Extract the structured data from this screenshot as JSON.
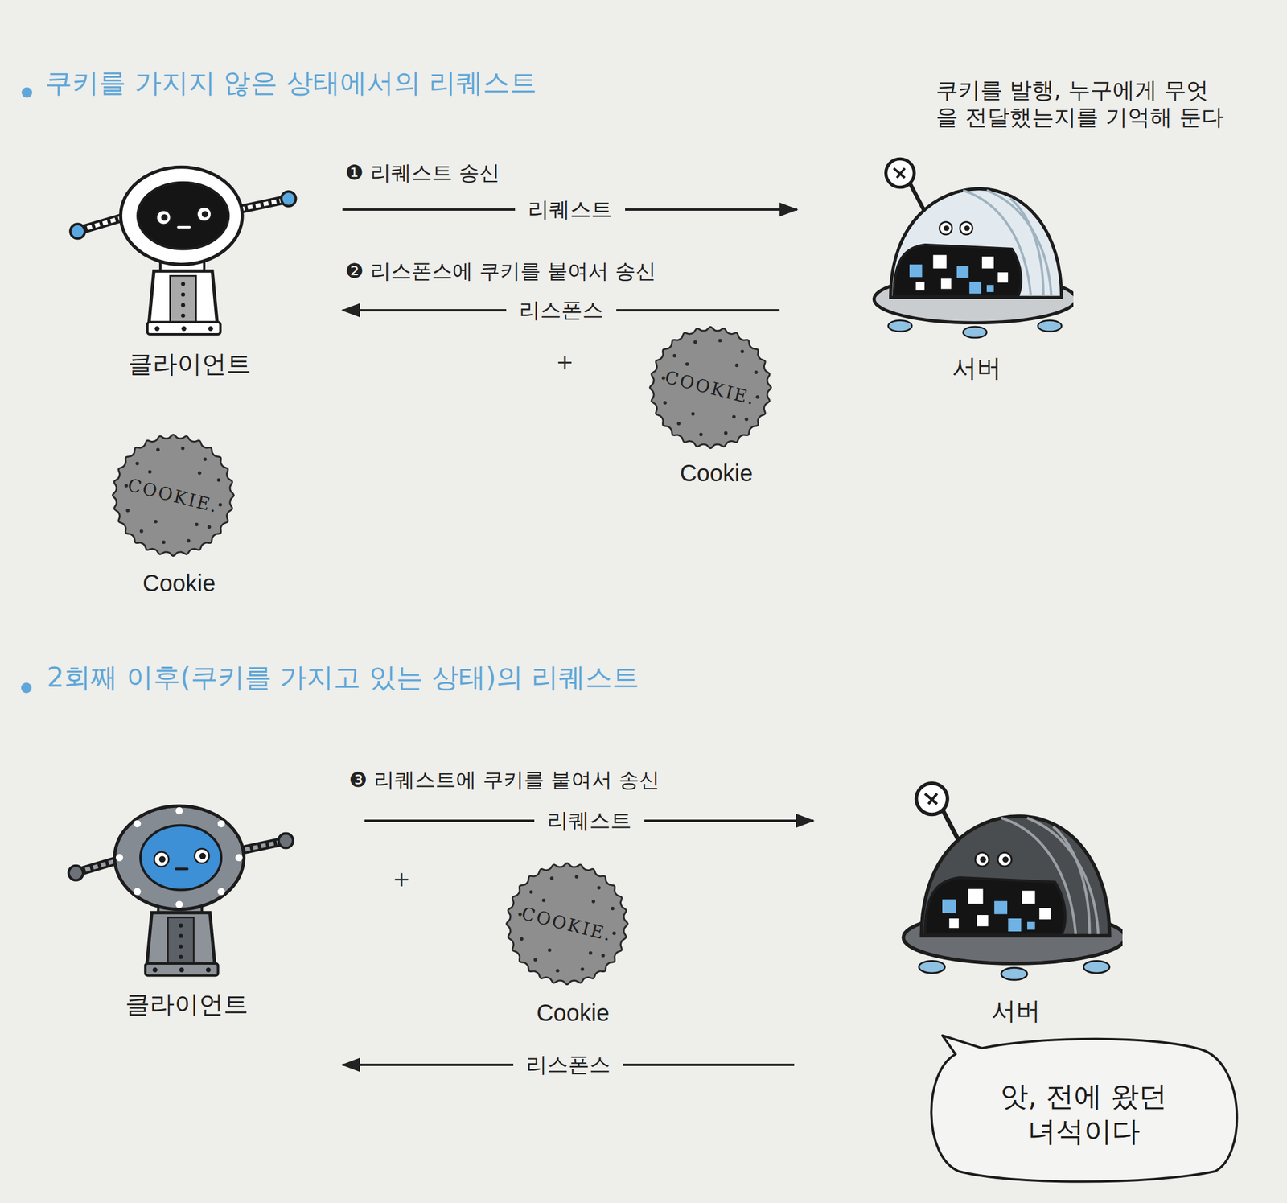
{
  "diagram": {
    "nodes": [
      {
        "text": [
          "클라이언트"
        ]
      },
      {
        "text": [
          "서버"
        ]
      },
      {
        "text": [
          "COOKIE.",
          "Cookie"
        ]
      },
      {
        "text": [
          "COOKIE.",
          "Cookie"
        ]
      },
      {
        "text": [
          "클라이언트"
        ]
      },
      {
        "text": [
          "COOKIE.",
          "Cookie"
        ]
      },
      {
        "text": [
          "서버"
        ]
      },
      {
        "text": [
          "앗, 전에 왔던 녀석이다"
        ]
      }
    ],
    "edges": [
      {
        "from": 0,
        "to": 1,
        "arrow": "to",
        "label": "리퀘스트"
      },
      {
        "from": 1,
        "to": 0,
        "arrow": "to",
        "label": "리스폰스"
      },
      {
        "from": 4,
        "to": 6,
        "arrow": "to",
        "label": "리퀘스트"
      },
      {
        "from": 6,
        "to": 4,
        "arrow": "to",
        "label": "리스폰스"
      }
    ],
    "labels": [
      "쿠키를 가지지 않은 상태에서의 리퀘스트",
      "쿠키를 발행, 누구에게 무엇을 전달했는지를 기억해 둔다",
      "❶ 리퀘스트 송신",
      "❷ 리스폰스에 쿠키를 붙여서 송신",
      "+",
      "2회째 이후(쿠키를 가지고 있는 상태)의 리퀘스트",
      "❸ 리퀘스트에 쿠키를 붙여서 송신",
      "+"
    ]
  }
}
